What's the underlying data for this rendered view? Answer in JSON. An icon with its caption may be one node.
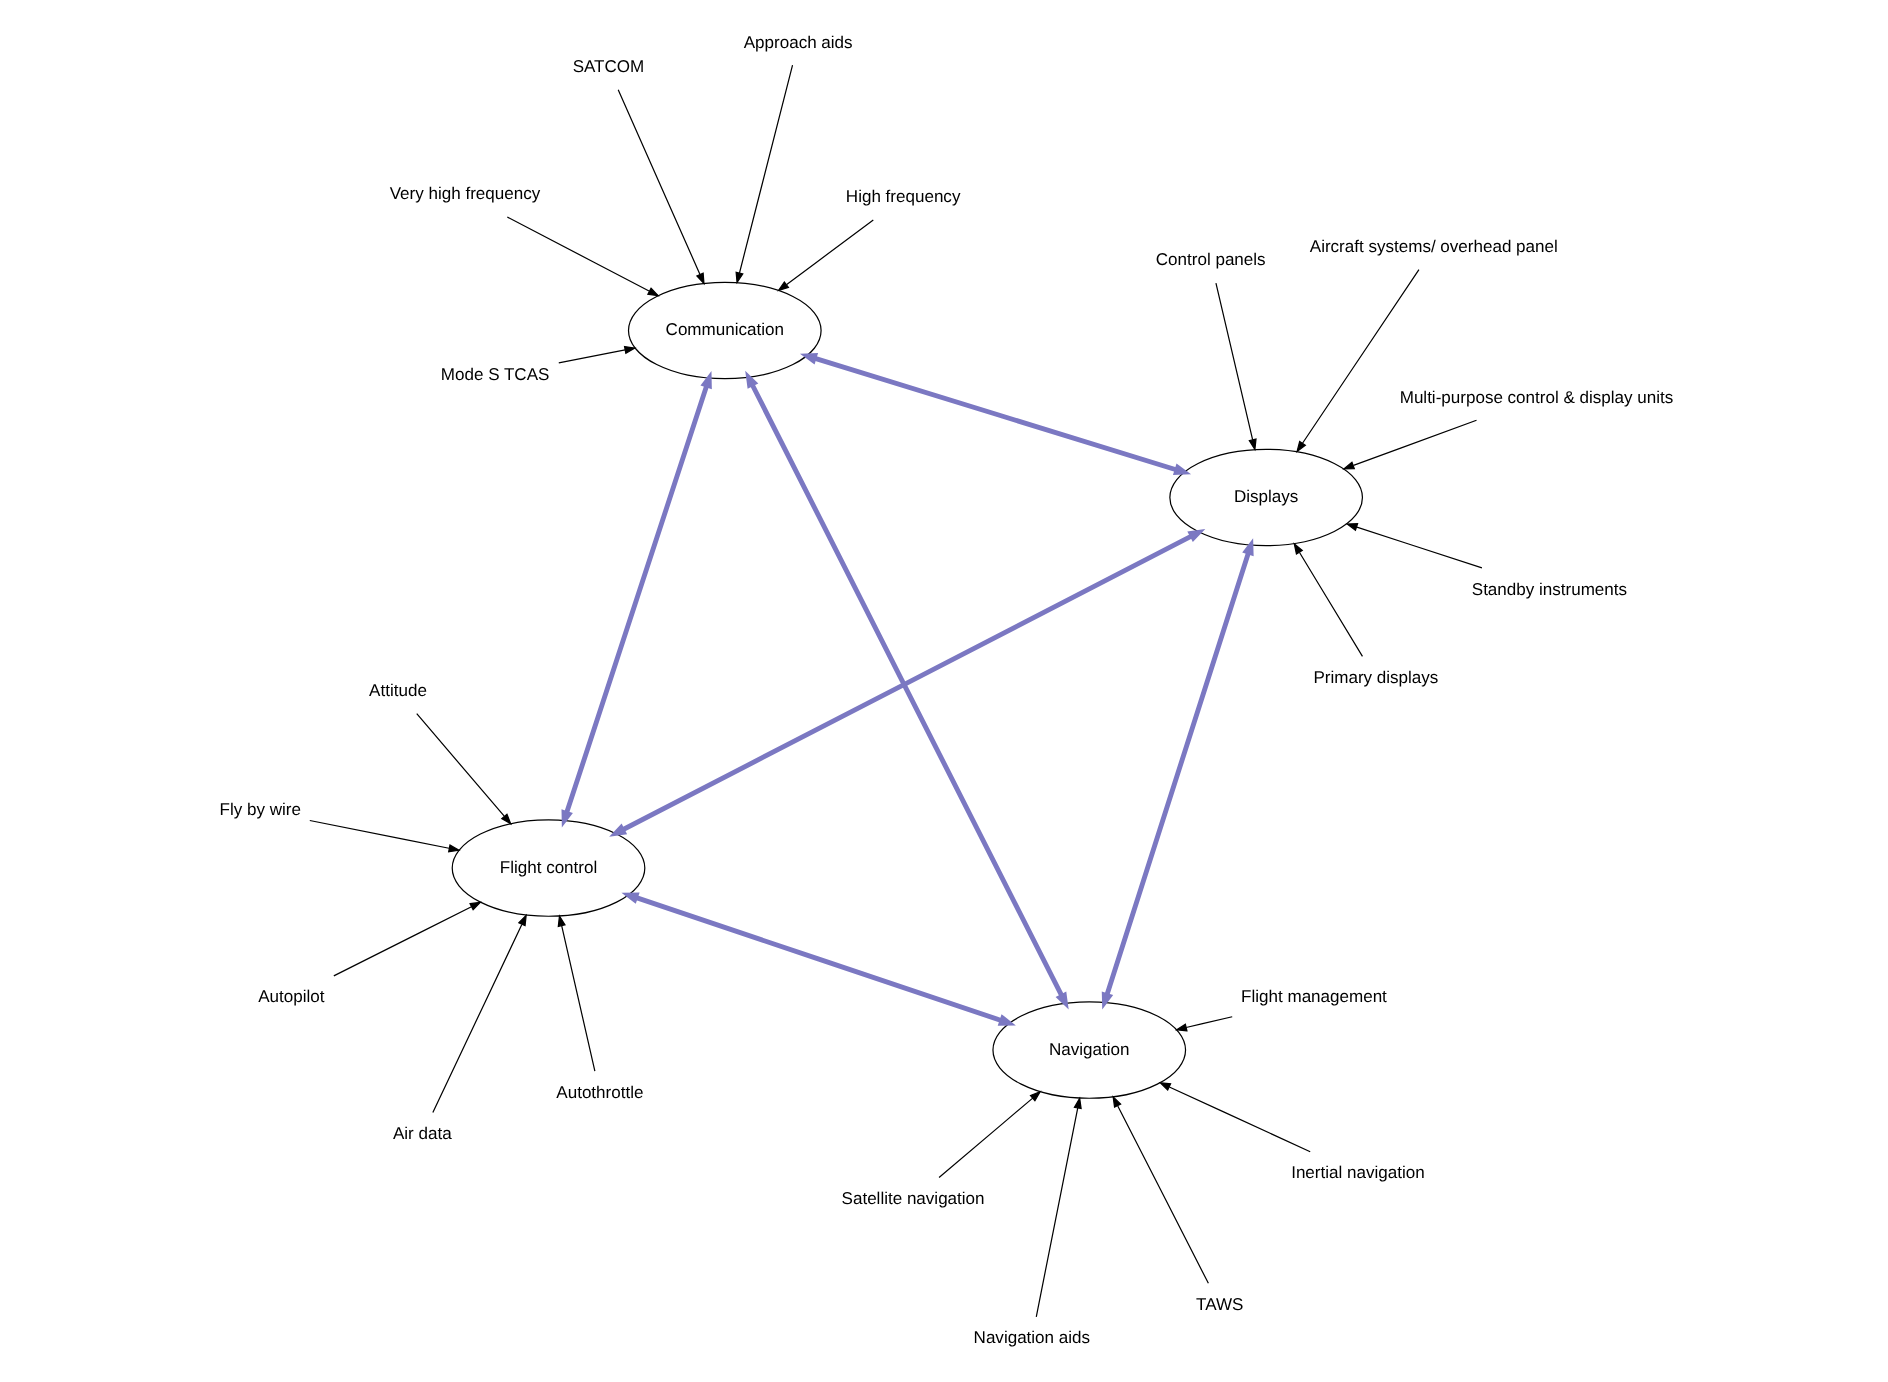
{
  "diagram": {
    "nodes": [
      {
        "text": [
          "Satellite navigation"
        ]
      },
      {
        "text": [
          "Inertial navigation"
        ]
      },
      {
        "text": [
          "Air data"
        ]
      },
      {
        "text": [
          "Attitude"
        ]
      },
      {
        "text": [
          "Flight management"
        ]
      },
      {
        "text": [
          "Fly by wire"
        ]
      },
      {
        "text": [
          "Navigation aids"
        ]
      },
      {
        "text": [
          "Navigation"
        ]
      },
      {
        "text": [
          "Flight control"
        ]
      },
      {
        "text": [
          "TAWS"
        ]
      },
      {
        "text": [
          "Autothrottle"
        ]
      },
      {
        "text": [
          "Autopilot"
        ]
      },
      {
        "text": [
          "High frequency"
        ]
      },
      {
        "text": [
          "Standby instruments"
        ]
      },
      {
        "text": [
          "Approach aids"
        ]
      },
      {
        "text": [
          "Communication"
        ]
      },
      {
        "text": [
          "Displays"
        ]
      },
      {
        "text": [
          "Control panels"
        ]
      },
      {
        "text": [
          "Very high frequency"
        ]
      },
      {
        "text": [
          "SATCOM"
        ]
      },
      {
        "text": [
          "Mode S TCAS"
        ]
      },
      {
        "text": [
          "Primary displays"
        ]
      },
      {
        "text": [
          "Aircraft systems/ overhead panel"
        ]
      },
      {
        "text": [
          "Multi-purpose control & display units"
        ]
      }
    ],
    "edges": [
      {
        "from": 0,
        "to": 7,
        "arrow": "to"
      },
      {
        "from": 1,
        "to": 7,
        "arrow": "to"
      },
      {
        "from": 4,
        "to": 7,
        "arrow": "to"
      },
      {
        "from": 6,
        "to": 7,
        "arrow": "to"
      },
      {
        "from": 9,
        "to": 7,
        "arrow": "to"
      },
      {
        "from": 2,
        "to": 8,
        "arrow": "to"
      },
      {
        "from": 3,
        "to": 8,
        "arrow": "to"
      },
      {
        "from": 5,
        "to": 8,
        "arrow": "to"
      },
      {
        "from": 10,
        "to": 8,
        "arrow": "to"
      },
      {
        "from": 11,
        "to": 8,
        "arrow": "to"
      },
      {
        "from": 12,
        "to": 15,
        "arrow": "to"
      },
      {
        "from": 14,
        "to": 15,
        "arrow": "to"
      },
      {
        "from": 18,
        "to": 15,
        "arrow": "to"
      },
      {
        "from": 20,
        "to": 15,
        "arrow": "to"
      },
      {
        "from": 19,
        "to": 15,
        "arrow": "to"
      },
      {
        "from": 13,
        "to": 16,
        "arrow": "to"
      },
      {
        "from": 17,
        "to": 16,
        "arrow": "to"
      },
      {
        "from": 23,
        "to": 16,
        "arrow": "to"
      },
      {
        "from": 22,
        "to": 16,
        "arrow": "to"
      },
      {
        "from": 21,
        "to": 16,
        "arrow": "to"
      },
      {
        "from": 7,
        "to": 8,
        "arrow": "both",
        "style": "thick",
        "color": "#7b78c2"
      },
      {
        "from": 7,
        "to": 15,
        "arrow": "both",
        "style": "thick",
        "color": "#7b78c2"
      },
      {
        "from": 7,
        "to": 16,
        "arrow": "both",
        "style": "thick",
        "color": "#7b78c2"
      },
      {
        "from": 8,
        "to": 15,
        "arrow": "both",
        "style": "thick",
        "color": "#7b78c2"
      },
      {
        "from": 8,
        "to": 16,
        "arrow": "both",
        "style": "thick",
        "color": "#7b78c2"
      },
      {
        "from": 15,
        "to": 16,
        "arrow": "both",
        "style": "thick",
        "color": "#7b78c2"
      }
    ]
  }
}
